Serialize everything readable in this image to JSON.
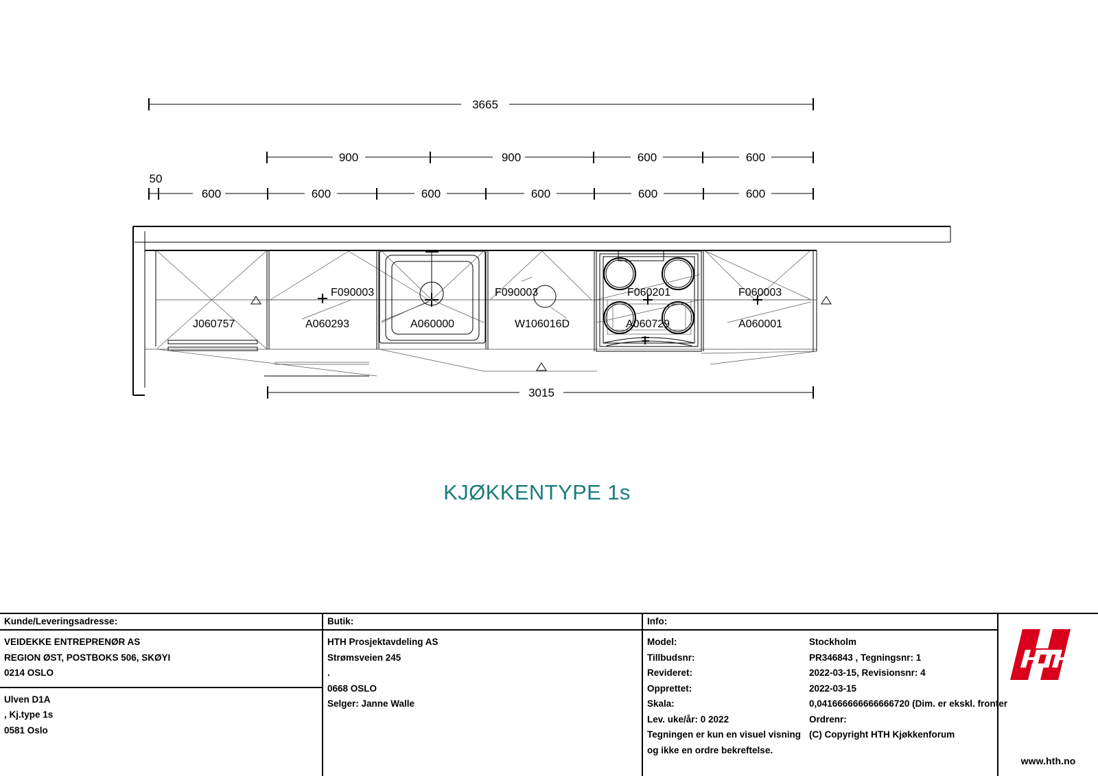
{
  "sheet": {
    "title": "KJØKKENTYPE 1s",
    "title_color": "#1c7c7c"
  },
  "drawing": {
    "dimensions": {
      "overall_top": "3665",
      "overall_bottom": "3015",
      "wall_offset": "50",
      "row_cabinets": [
        "900",
        "900",
        "600",
        "600"
      ],
      "row_fronts": [
        "600",
        "600",
        "600",
        "600",
        "600",
        "600"
      ]
    },
    "item_labels": {
      "tall_unit": "J060757",
      "base_left_front": "F090003",
      "base_left_cab": "A060293",
      "sink_cab": "A060000",
      "sink_front": "F090003",
      "sink_unit": "W106016D",
      "oven_front": "F060201",
      "oven_cab": "A060729",
      "right_front": "F060003",
      "right_cab": "A060001"
    }
  },
  "titleblock": {
    "customer": {
      "heading": "Kunde/Leveringsadresse:",
      "lines": [
        "VEIDEKKE ENTREPRENØR AS",
        "REGION ØST, POSTBOKS 506, SKØYI",
        "0214 OSLO"
      ],
      "site_lines": [
        "Ulven D1A",
        ", Kj.type 1s",
        "0581 Oslo"
      ]
    },
    "shop": {
      "heading": "Butik:",
      "lines": [
        "HTH Prosjektavdeling AS",
        "Strømsveien 245",
        ".",
        "0668 OSLO",
        "Selger: Janne Walle"
      ]
    },
    "info": {
      "heading": "Info:",
      "rows": [
        {
          "label": "Model:",
          "value": "Stockholm"
        },
        {
          "label": "Tillbudsnr:",
          "value": "PR346843  , Tegningsnr: 1"
        },
        {
          "label": "Revideret:",
          "value": "2022-03-15, Revisionsnr: 4"
        },
        {
          "label": "Opprettet:",
          "value": "2022-03-15"
        },
        {
          "label": "Skala:",
          "value": "0,041666666666666720 (Dim. er ekskl. fronter"
        },
        {
          "label": "Lev. uke/år: 0 2022",
          "value": "Ordrenr:"
        },
        {
          "label": "Tegningen er kun en visuel visning",
          "value": "(C) Copyright HTH Kjøkkenforum"
        },
        {
          "label": "og ikke en ordre bekreftelse.",
          "value": ""
        }
      ]
    },
    "logo": {
      "brand": "HTH",
      "url": "www.hth.no",
      "color": "#d8001c"
    }
  }
}
